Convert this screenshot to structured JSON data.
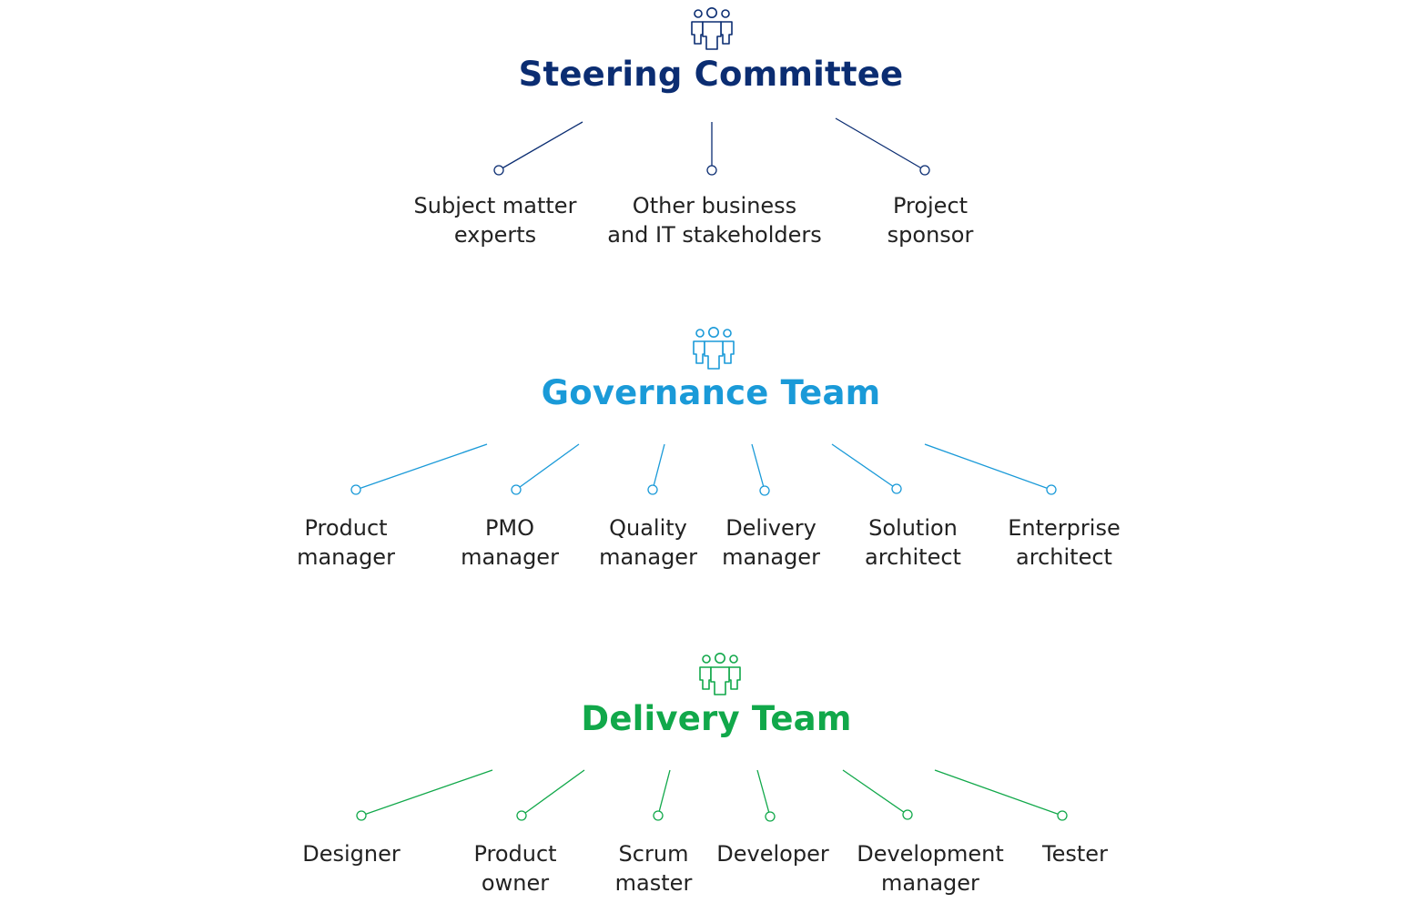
{
  "colors": {
    "steering": "#0b2d72",
    "governance": "#1a9ad8",
    "delivery": "#11a84a",
    "text": "#222222"
  },
  "teams": [
    {
      "id": "steering",
      "title": "Steering Committee",
      "icon": "people-group-icon",
      "roles": [
        {
          "lines": [
            "Subject matter",
            "experts"
          ]
        },
        {
          "lines": [
            "Other business",
            "and IT stakeholders"
          ]
        },
        {
          "lines": [
            "Project",
            "sponsor"
          ]
        }
      ]
    },
    {
      "id": "governance",
      "title": "Governance Team",
      "icon": "people-group-icon",
      "roles": [
        {
          "lines": [
            "Product",
            "manager"
          ]
        },
        {
          "lines": [
            "PMO",
            "manager"
          ]
        },
        {
          "lines": [
            "Quality",
            "manager"
          ]
        },
        {
          "lines": [
            "Delivery",
            "manager"
          ]
        },
        {
          "lines": [
            "Solution",
            "architect"
          ]
        },
        {
          "lines": [
            "Enterprise",
            "architect"
          ]
        }
      ]
    },
    {
      "id": "delivery",
      "title": "Delivery Team",
      "icon": "people-group-icon",
      "roles": [
        {
          "lines": [
            "Designer"
          ]
        },
        {
          "lines": [
            "Product",
            "owner"
          ]
        },
        {
          "lines": [
            "Scrum",
            "master"
          ]
        },
        {
          "lines": [
            "Developer"
          ]
        },
        {
          "lines": [
            "Development",
            "manager"
          ]
        },
        {
          "lines": [
            "Tester"
          ]
        }
      ]
    }
  ]
}
